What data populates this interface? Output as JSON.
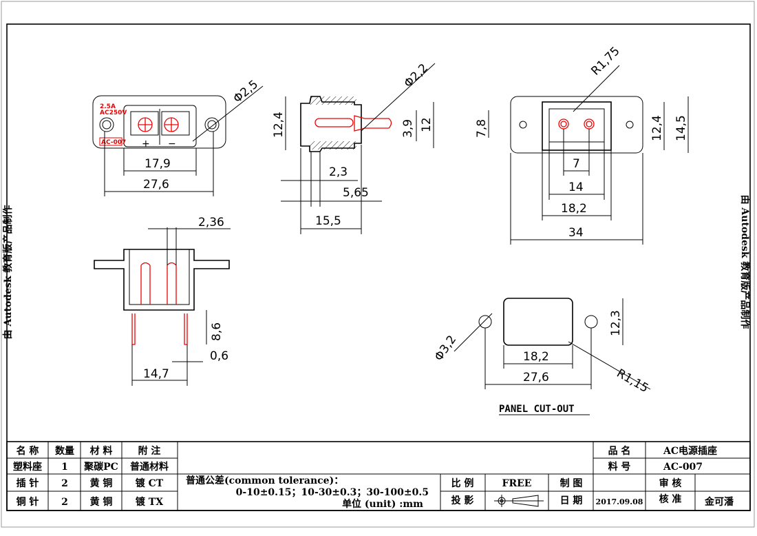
{
  "watermark": "由 Autodesk 教育版产品制作",
  "front_view": {
    "rating_current": "2.5A",
    "rating_voltage": "AC250V",
    "model_label": "AC-007",
    "plus": "+",
    "minus": "−",
    "dims": {
      "hole": "Φ2,5",
      "inner_width": "17,9",
      "total_width": "27,6"
    }
  },
  "side_view": {
    "dims": {
      "pin_dia": "Φ2,2",
      "height": "12,4",
      "pin_h": "3,9",
      "outer_h": "12",
      "d1": "2,3",
      "d2": "5,65",
      "depth": "15,5"
    }
  },
  "back_view": {
    "dims": {
      "radius": "R1,75",
      "offset": "7,8",
      "inner_h": "12,4",
      "outer_h": "14,5",
      "pitch": "7",
      "w14": "14",
      "w18": "18,2",
      "total": "34"
    }
  },
  "section_view": {
    "dims": {
      "pin_w": "2,36",
      "pin_len": "8,6",
      "pin_t": "0,6",
      "pin_span": "14,7"
    }
  },
  "panel_cutout": {
    "title": "PANEL CUT-OUT",
    "dims": {
      "hole": "Φ3,2",
      "height": "12,3",
      "width": "18,2",
      "span": "27,6",
      "radius": "R1,15"
    }
  },
  "bom": {
    "headers": [
      "名 称",
      "数量",
      "材 料",
      "附 注"
    ],
    "rows": [
      [
        "塑料座",
        "1",
        "聚碳PC",
        "普通材料"
      ],
      [
        "插 针",
        "2",
        "黄 铜",
        "镀 CT"
      ],
      [
        "铜 针",
        "2",
        "黄 铜",
        "镀 TX"
      ]
    ]
  },
  "tolerance": {
    "line1": "普通公差(common tolerance)：",
    "line2": "0-10±0.15；10-30±0.3；30-100±0.5",
    "line3": "单位 (unit) :mm"
  },
  "title_block": {
    "product_name_label": "品 名",
    "product_name": "AC电源插座",
    "part_no_label": "料 号",
    "part_no": "AC-007",
    "scale_label": "比 例",
    "scale": "FREE",
    "drawn_label": "制 图",
    "drawn": "",
    "review_label": "审 核",
    "review": "",
    "projection_label": "投 影",
    "date_label": "日 期",
    "date": "2017.09.08",
    "approve_label": "核 准",
    "approver": "金可潘"
  }
}
